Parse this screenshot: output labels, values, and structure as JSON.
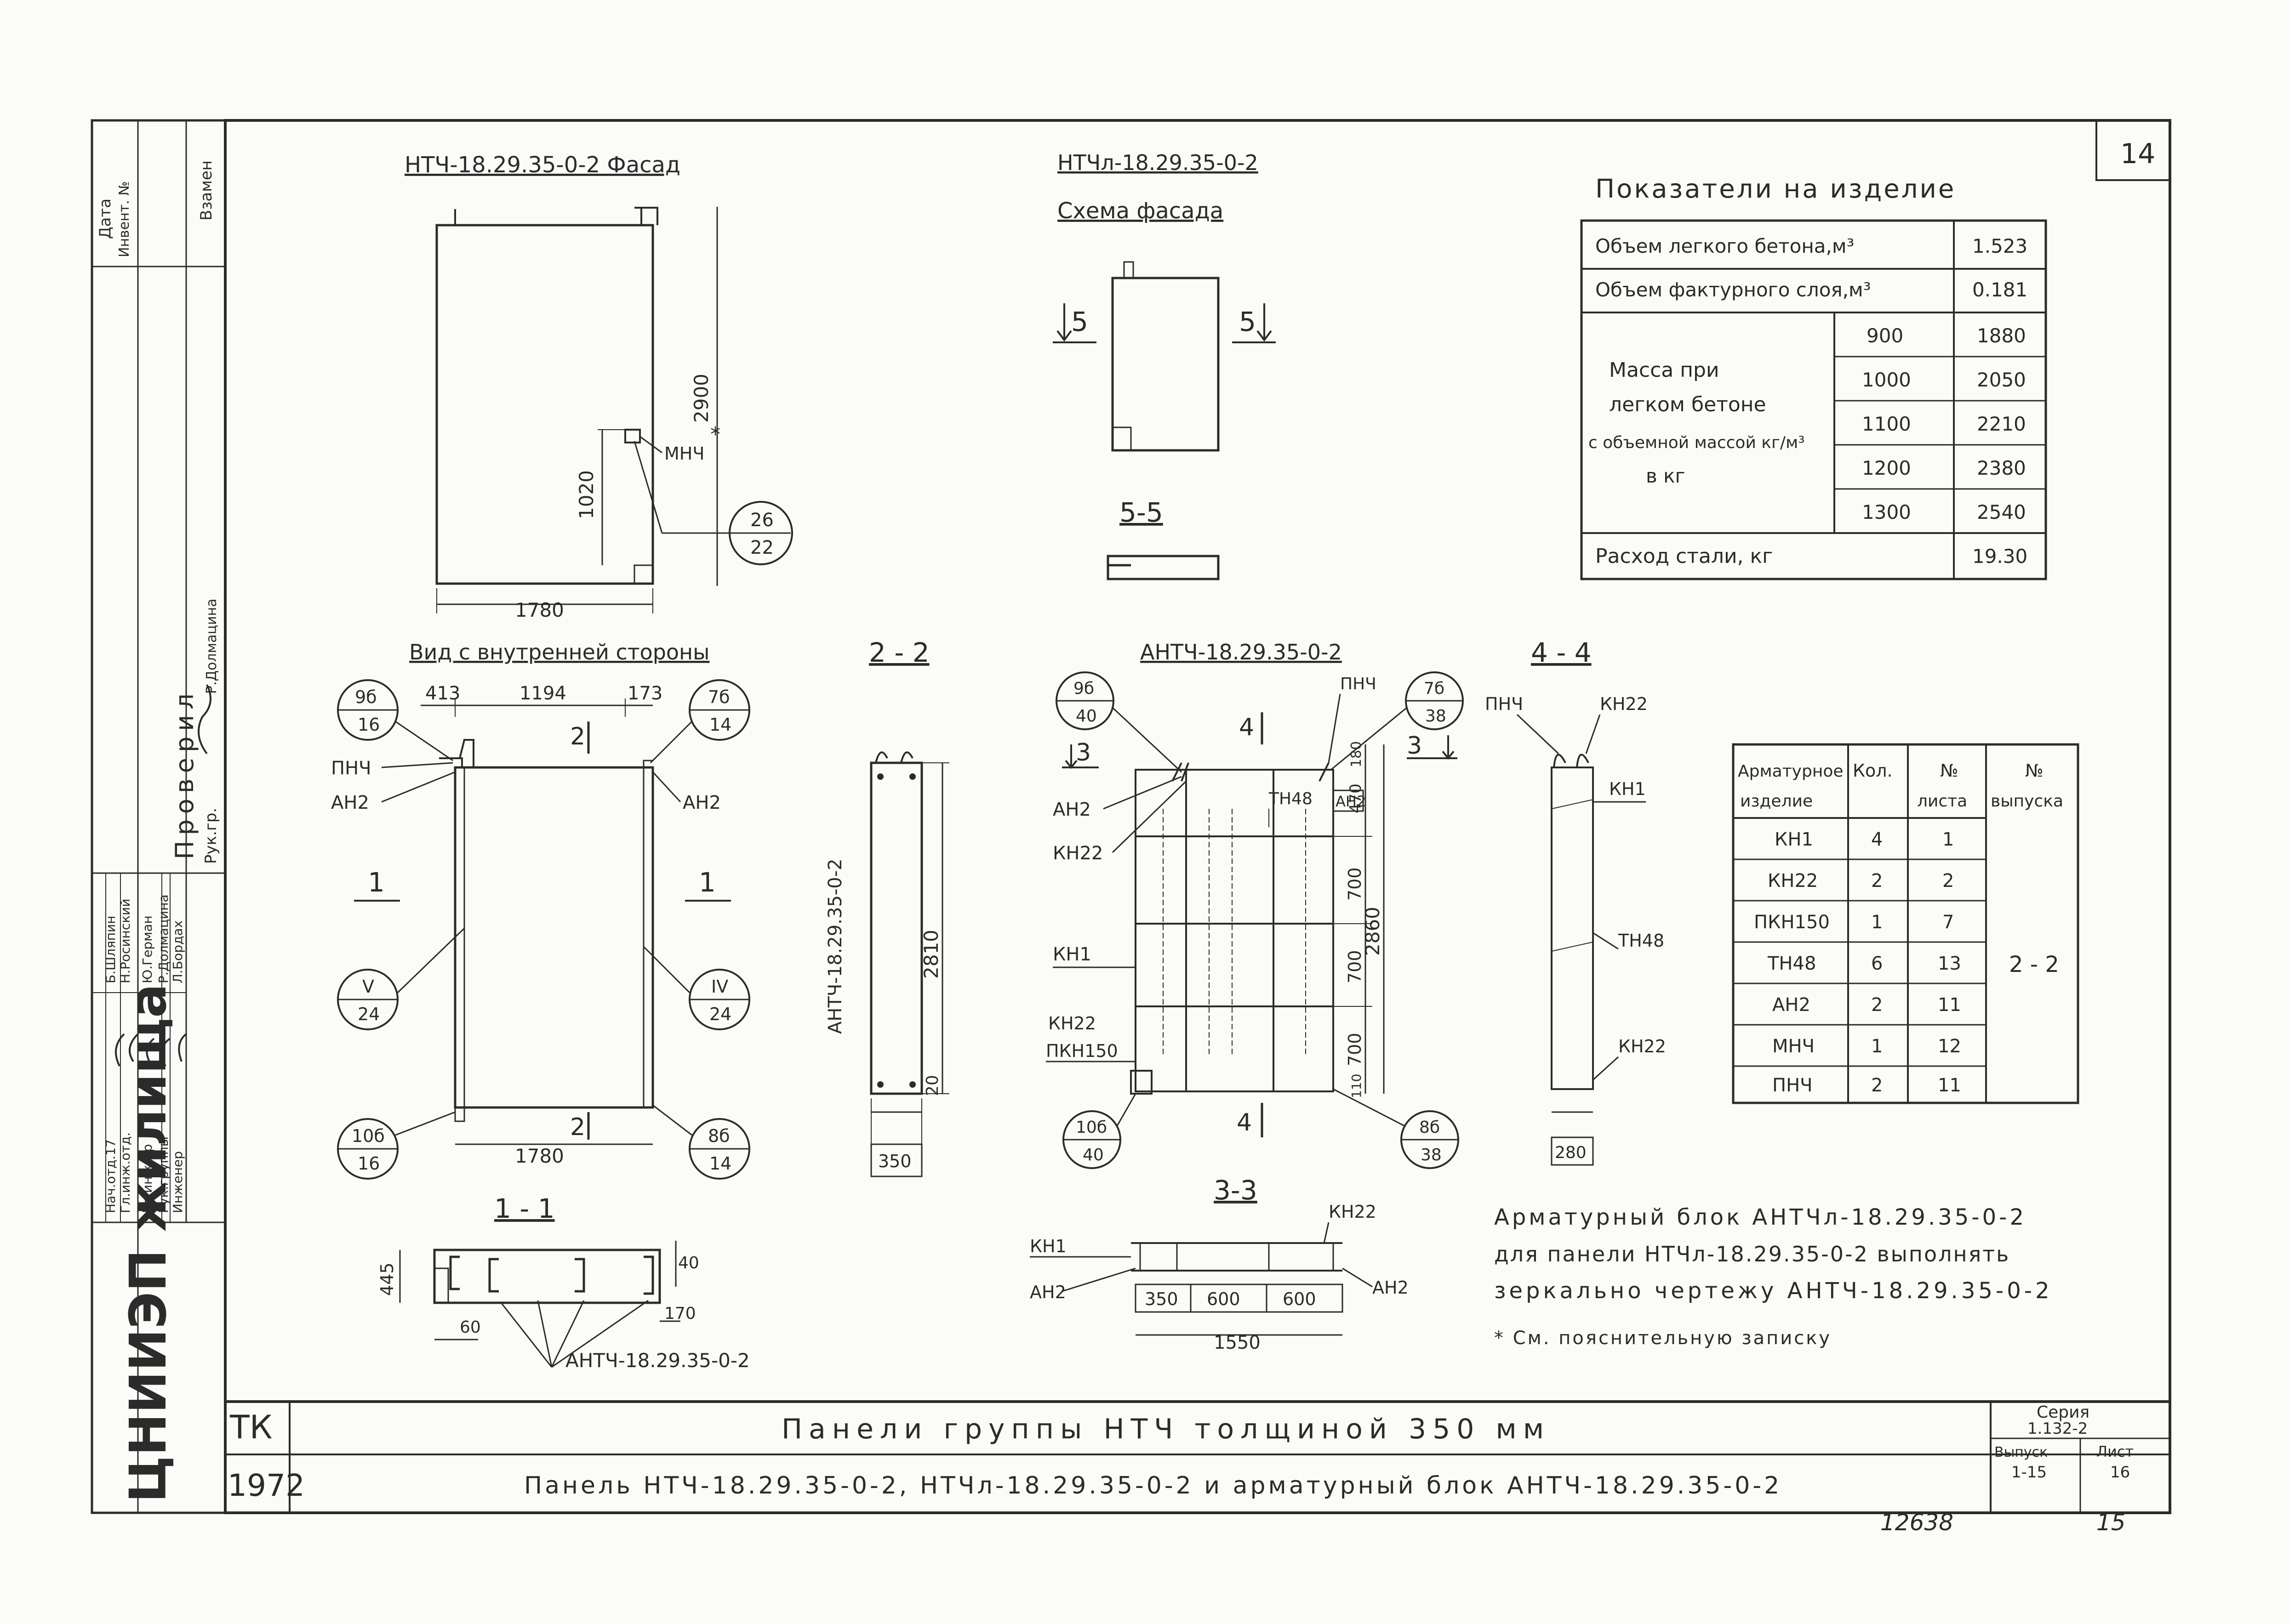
{
  "sheet_number": "14",
  "stamp_num": "12638",
  "stamp_num2": "15",
  "views": {
    "facade_title": "НТЧ-18.29.35-0-2 Фасад",
    "facade_dim_w": "1780",
    "facade_dim_h": "2900",
    "facade_dim_1020": "1020",
    "facade_mnch": "МНЧ",
    "facade_star": "*",
    "facade_circle_top": "26",
    "facade_circle_bot": "22",
    "schema_title1": "НТЧл-18.29.35-0-2",
    "schema_title2": "Схема фасада",
    "schema_5l": "5",
    "schema_5r": "5",
    "section55": "5-5",
    "inner_title": "Вид с внутренней стороны",
    "inner_dim_413": "413",
    "inner_dim_1194": "1194",
    "inner_dim_173": "173",
    "inner_dim_1780": "1780",
    "inner_cut2": "2",
    "inner_cut1": "1",
    "c9b_t": "9б",
    "c9b_b": "16",
    "c7b_t": "7б",
    "c7b_b": "14",
    "cV_t": "V",
    "cV_b": "24",
    "cIV_t": "IV",
    "cIV_b": "24",
    "c10b_t": "10б",
    "c10b_b": "16",
    "c8b_t": "8б",
    "c8b_b": "14",
    "lbl_pnch": "ПНЧ",
    "lbl_an2": "АН2",
    "sec22": "2 - 2",
    "sec22_dim_h": "2810",
    "sec22_dim_20": "20",
    "sec22_dim_350": "350",
    "sec22_side": "АНТЧ-18.29.35-0-2",
    "sec11": "1 - 1",
    "sec11_445": "445",
    "sec11_40": "40",
    "sec11_170": "170",
    "sec11_60": "60",
    "sec11_lbl": "АНТЧ-18.29.35-0-2",
    "ant_title": "АНТЧ-18.29.35-0-2",
    "ant_9b_t": "9б",
    "ant_9b_b": "40",
    "ant_7b_t": "7б",
    "ant_7b_b": "38",
    "ant_10b_t": "10б",
    "ant_10b_b": "40",
    "ant_8b_t": "8б",
    "ant_8b_b": "38",
    "ant_kn22": "КН22",
    "ant_kn1": "КН1",
    "ant_pkn150": "ПКН150",
    "ant_tn48": "ТН48",
    "ant_an2": "АН2",
    "ant_pnch": "ПНЧ",
    "ant_dim_2860": "2860",
    "ant_dim_700a": "700",
    "ant_dim_700b": "700",
    "ant_dim_700c": "700",
    "ant_dim_470": "470",
    "ant_dim_180": "180",
    "ant_dim_110": "110",
    "ant_cut3": "3",
    "ant_cut4": "4",
    "sec44": "4 - 4",
    "sec44_pnch": "ПНЧ",
    "sec44_kn22a": "КН22",
    "sec44_kn1": "КН1",
    "sec44_tn48": "ТН48",
    "sec44_kn22b": "КН22",
    "sec44_280": "280",
    "sec33": "3-3",
    "sec33_kn1": "КН1",
    "sec33_an2l": "АН2",
    "sec33_kn22": "КН22",
    "sec33_an2r": "АН2",
    "sec33_350": "350",
    "sec33_600a": "600",
    "sec33_600b": "600",
    "sec33_1550": "1550"
  },
  "indicators": {
    "title": "Показатели на изделие",
    "row1_label": "Объем легкого бетона,м³",
    "row1_val": "1.523",
    "row2_label": "Объем фактурного слоя,м³",
    "row2_val": "0.181",
    "mass_l1": "Масса при",
    "mass_l2": "легком бетоне",
    "mass_l3": "с объемной массой кг/м³",
    "mass_l4": "в кг",
    "mass_rows": [
      {
        "density": "900",
        "mass": "1880"
      },
      {
        "density": "1000",
        "mass": "2050"
      },
      {
        "density": "1100",
        "mass": "2210"
      },
      {
        "density": "1200",
        "mass": "2380"
      },
      {
        "density": "1300",
        "mass": "2540"
      }
    ],
    "steel_label": "Расход стали, кг",
    "steel_val": "19.30"
  },
  "rebar": {
    "h1a": "Арматурное",
    "h1b": "изделие",
    "h2": "Кол.",
    "h3a": "№",
    "h3b": "листа",
    "h4a": "№",
    "h4b": "выпуска",
    "issue": "2 - 2",
    "rows": [
      {
        "item": "КН1",
        "qty": "4",
        "sheet": "1"
      },
      {
        "item": "КН22",
        "qty": "2",
        "sheet": "2"
      },
      {
        "item": "ПКН150",
        "qty": "1",
        "sheet": "7"
      },
      {
        "item": "ТН48",
        "qty": "6",
        "sheet": "13"
      },
      {
        "item": "АН2",
        "qty": "2",
        "sheet": "11"
      },
      {
        "item": "МНЧ",
        "qty": "1",
        "sheet": "12"
      },
      {
        "item": "ПНЧ",
        "qty": "2",
        "sheet": "11"
      }
    ]
  },
  "notes": {
    "n1": "Арматурный блок АНТЧл-18.29.35-0-2",
    "n2": "для панели НТЧл-18.29.35-0-2 выполнять",
    "n3": "зеркально чертежу АНТЧ-18.29.35-0-2",
    "n4": "* См. пояснительную записку"
  },
  "stamp": {
    "tk": "ТК",
    "year": "1972",
    "series_lbl": "Серия",
    "series_val": "1.132-2",
    "title1": "Панели группы НТЧ толщиной 350 мм",
    "title2": "Панель НТЧ-18.29.35-0-2, НТЧл-18.29.35-0-2 и арматурный блок АНТЧ-18.29.35-0-2",
    "vyp_lbl": "Выпуск",
    "vyp_val": "1-15",
    "list_lbl": "Лист",
    "list_val": "16",
    "org": "ЦНИИЭП жилища",
    "roles": [
      "Нач.отд.17",
      "Гл.инж.отд.",
      "Гл.инж.пр",
      "Рук.группы",
      "Инженер"
    ],
    "names": [
      "Б.Шляпин",
      "Н.Росинский",
      "Ю.Герман",
      "Р.Долмацина",
      "Л.Бордах"
    ],
    "checked": "Проверил",
    "checked_role": "Рук.гр.",
    "checked_name": "Р.Долмацина",
    "col_date": "Дата",
    "col_inv": "Инвент. №",
    "col_replace": "Взамен"
  }
}
